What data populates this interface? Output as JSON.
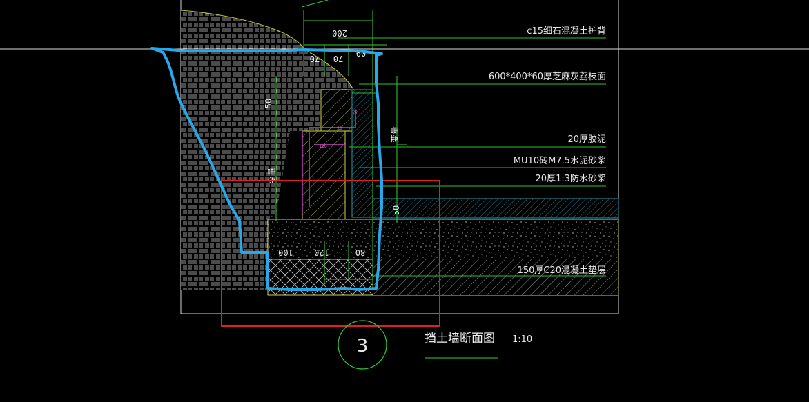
{
  "labels": {
    "protective_back": "c15细石混凝土护背",
    "paving": "600*400*60厚芝麻灰荔枝面",
    "glue": "20厚胶泥",
    "brick": "MU10砖M7.5水泥砂浆",
    "waterproof": "20厚1:3防水砂浆",
    "cushion": "150厚C20混凝土垫层"
  },
  "dimensions": {
    "top_200": "200",
    "top_70a": "70",
    "top_70b": "70",
    "top_60": "60",
    "left_50": "50",
    "right_50": "50",
    "var_left": "变量",
    "var_right": "变量",
    "bot_100": "100",
    "bot_120": "120",
    "bot_80": "80",
    "small_120": "120",
    "small_20": "20",
    "small_50": "50"
  },
  "drawing": {
    "title": "挡土墙断面图",
    "scale": "1:10",
    "number": "3"
  },
  "colors": {
    "background": "#000000",
    "frame": "#d8d8d8",
    "leader": "#2fbf2f",
    "hatch": "#bfbf40",
    "dim_line": "#33cc33",
    "magenta": "#cc44cc",
    "annotation_blue": "#29a8e8",
    "annotation_red": "#e02020",
    "fill_cyan": "#2a9aa8"
  }
}
